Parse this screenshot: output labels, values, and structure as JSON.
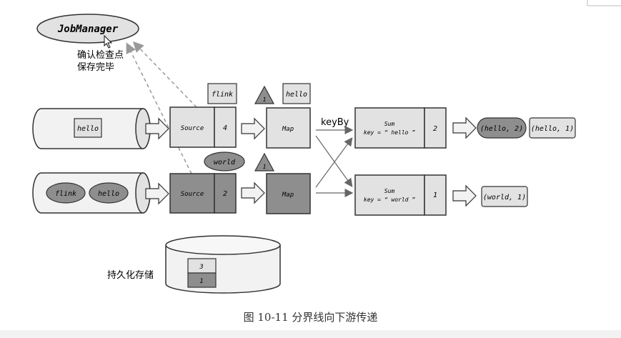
{
  "colors": {
    "light_fill": "#e2e2e2",
    "dark_fill": "#8e8e8e",
    "stroke": "#333333",
    "dashed_arrow": "#9a9a9a"
  },
  "job_manager": {
    "label": "JobManager"
  },
  "ack_note": {
    "line1": "确认检查点",
    "line2": "保存完毕"
  },
  "stream_top": {
    "record": "hello"
  },
  "stream_bottom": {
    "records": [
      "flink",
      "hello"
    ]
  },
  "source_top": {
    "label": "Source",
    "offset": "4"
  },
  "source_bottom": {
    "label": "Source",
    "offset": "2"
  },
  "barrier_top": {
    "label": "1"
  },
  "barrier_bottom": {
    "label": "1"
  },
  "in_flight_top": {
    "left": "flink",
    "right": "hello"
  },
  "in_flight_bottom": {
    "label": "world"
  },
  "map_top": {
    "label": "Map"
  },
  "map_bottom": {
    "label": "Map"
  },
  "keyby": {
    "label": "keyBy"
  },
  "sum_top": {
    "line1": "Sum",
    "line2": "key = “ hello ”",
    "count": "2"
  },
  "sum_bottom": {
    "line1": "Sum",
    "line2": "key = “ world ”",
    "count": "1"
  },
  "outputs_top": [
    "(hello, 2)",
    "(hello, 1)"
  ],
  "outputs_bottom": [
    "(world, 1)"
  ],
  "storage": {
    "label": "持久化存储",
    "slots": [
      "3",
      "1"
    ]
  },
  "caption": "图 10-11  分界线向下游传递"
}
